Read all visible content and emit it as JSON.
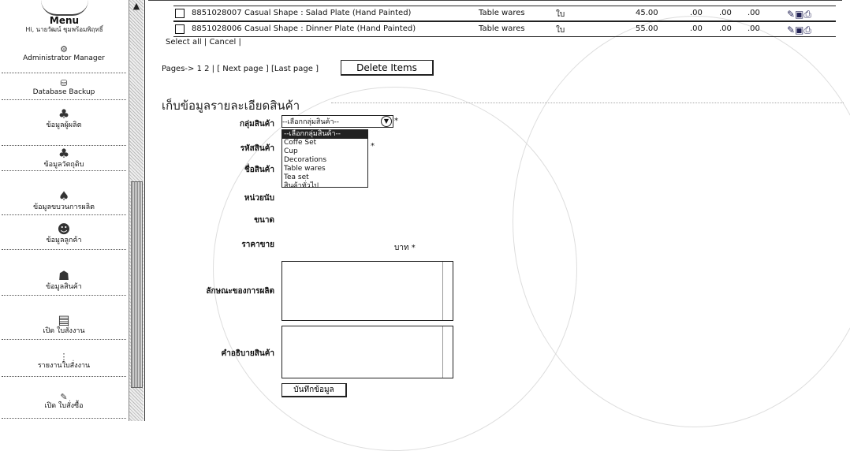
{
  "sidebar": {
    "title": "Menu",
    "user": "Hi, นายวัฒน์ ชุมพร้อมพิฤทธิ์",
    "scroll_arrow": "▲",
    "items": [
      {
        "label": "Administrator Manager",
        "icon": "admin-icon"
      },
      {
        "label": "Database Backup",
        "icon": "database-icon"
      },
      {
        "label": "ข้อมูลผู้ผลิต",
        "icon": "producer-icon"
      },
      {
        "label": "ข้อมูลวัตถุดิบ",
        "icon": "material-icon"
      },
      {
        "label": "ข้อมูลขบวนการผลิต",
        "icon": "process-icon"
      },
      {
        "label": "ข้อมูลลูกค้า",
        "icon": "customer-icon"
      },
      {
        "label": "ข้อมูลสินค้า",
        "icon": "product-icon"
      },
      {
        "label": "เปิด ใบสั่งงาน",
        "icon": "work-order-icon"
      },
      {
        "label": "รายงานใบสั่งงาน",
        "icon": "report-icon"
      },
      {
        "label": "เปิด ใบสั่งซื้อ",
        "icon": "purchase-order-icon"
      }
    ]
  },
  "table": {
    "rows": [
      {
        "code": "8851028007",
        "name": "Casual Shape : Salad Plate (Hand Painted)",
        "category": "Table wares",
        "unit": "ใบ",
        "price": "45.00",
        "c1": ".00",
        "c2": ".00",
        "c3": ".00"
      },
      {
        "code": "8851028006",
        "name": "Casual Shape : Dinner Plate (Hand Painted)",
        "category": "Table wares",
        "unit": "ใบ",
        "price": "55.00",
        "c1": ".00",
        "c2": ".00",
        "c3": ".00"
      }
    ],
    "row_icons": "✎▣⎙"
  },
  "select_all": "Select all | Cancel |",
  "pagination": "Pages->   1 2 | [ Next page ]   [Last page ]",
  "delete_button": "Delete Items",
  "form": {
    "title": "เก็บข้อมูลรายละเอียดสินค้า",
    "labels": {
      "group": "กลุ่มสินค้า",
      "code": "รหัสสินค้า",
      "name": "ชื่อสินค้า",
      "unit": "หน่วยนับ",
      "size": "ขนาด",
      "price": "ราคาขาย",
      "feature": "ลักษณะของการผลิต",
      "desc": "คำอธิบายสินค้า"
    },
    "select_value": "--เลือกกลุ่มสินค้า--",
    "dropdown_options": [
      "--เลือกกลุ่มสินค้า--",
      "Coffe Set",
      "Cup",
      "Decorations",
      "Table wares",
      "Tea set",
      "สินค้าทั่วไป"
    ],
    "required_mark": "*",
    "price_unit": "บาท *",
    "save_button": "บันทึกข้อมูล"
  }
}
